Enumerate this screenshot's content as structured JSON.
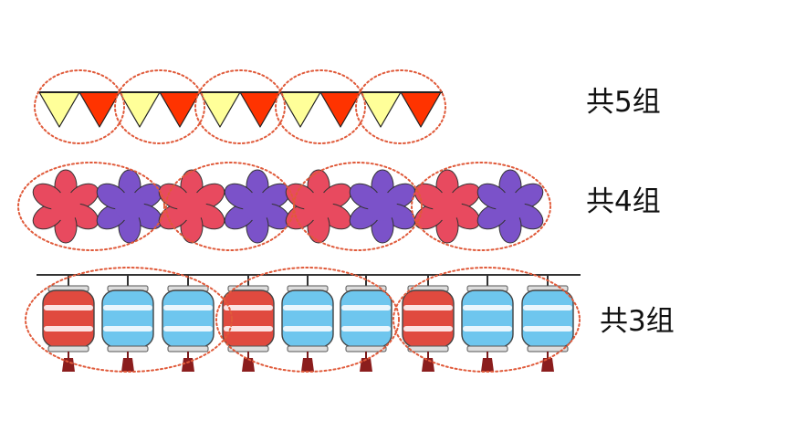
{
  "rows": [
    {
      "kind": "bunting-flags",
      "label": "共5组",
      "group_count": 5,
      "items_per_group": 2,
      "colors": [
        "#ffff99",
        "#ff3300"
      ]
    },
    {
      "kind": "flowers",
      "label": "共4组",
      "group_count": 4,
      "items_per_group": 2,
      "colors": [
        "#e84a5f",
        "#7b52c9"
      ]
    },
    {
      "kind": "lanterns",
      "label": "共3组",
      "group_count": 3,
      "items_per_group": 3,
      "colors": [
        "#e04a3f",
        "#6ec6ee"
      ]
    }
  ],
  "colors": {
    "group_outline": "#e05a3a",
    "line": "#333333"
  }
}
